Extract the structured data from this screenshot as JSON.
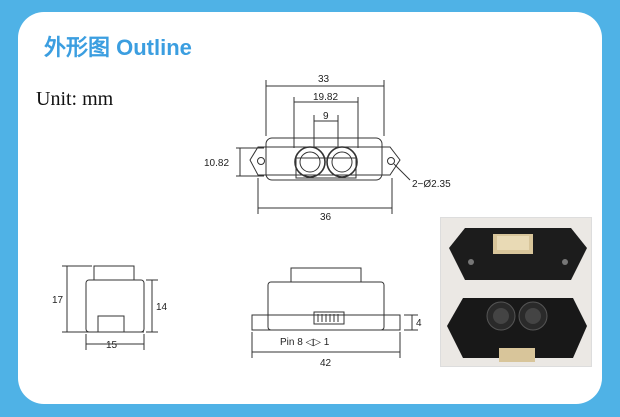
{
  "title": "外形图 Outline",
  "unit": "Unit: mm",
  "dims": {
    "overall_width": "33",
    "lens_spacing": "19.82",
    "lens_inner": "9",
    "height": "10.82",
    "hole": "2−Ø2.35",
    "mount_width": "36",
    "side_total": "17",
    "side_body": "14",
    "side_bottom": "15",
    "bottom_total": "42",
    "bottom_step": "4",
    "pin_label": "Pin  8 ◁▷ 1"
  },
  "colors": {
    "background": "#4fb2e6",
    "title": "#3b9ee0",
    "card": "#ffffff"
  },
  "photo": {
    "subject": "sensor-module-photos"
  }
}
